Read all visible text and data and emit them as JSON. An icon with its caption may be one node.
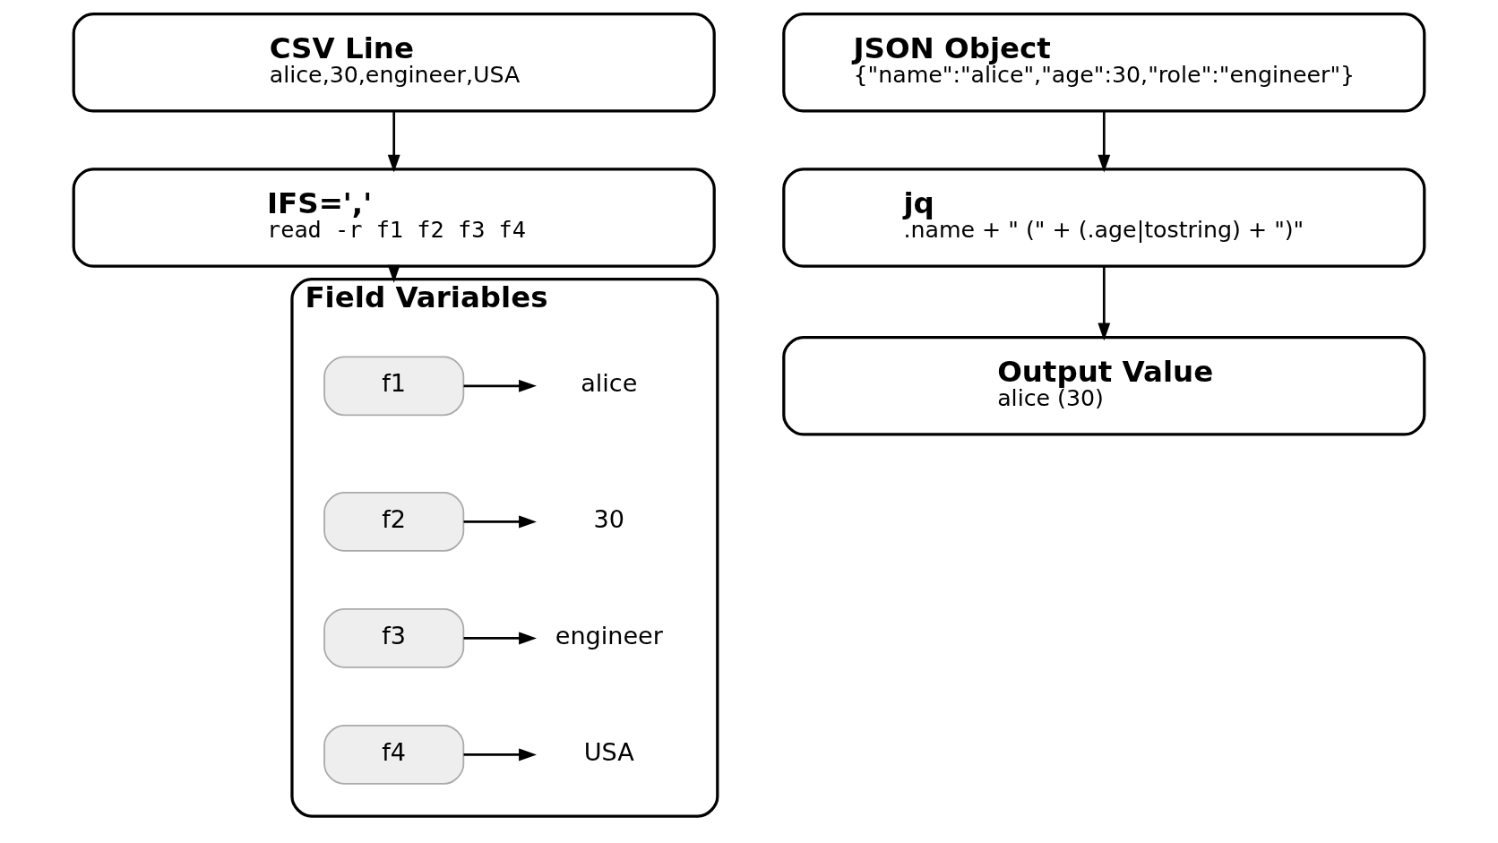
{
  "diagram": {
    "nodes": [
      {
        "text": [
          "CSV Line",
          "alice,30,engineer,USA"
        ]
      },
      {
        "text": [
          "IFS=','",
          "read -r f1 f2 f3 f4"
        ]
      },
      {
        "text": [
          "Field Variables"
        ]
      },
      {
        "text": [
          "f1"
        ],
        "in": 2
      },
      {
        "text": [
          "alice"
        ],
        "in": 2
      },
      {
        "text": [
          "f2"
        ],
        "in": 2
      },
      {
        "text": [
          "30"
        ],
        "in": 2
      },
      {
        "text": [
          "f3"
        ],
        "in": 2
      },
      {
        "text": [
          "engineer"
        ],
        "in": 2
      },
      {
        "text": [
          "f4"
        ],
        "in": 2
      },
      {
        "text": [
          "USA"
        ],
        "in": 2
      },
      {
        "text": [
          "JSON Object",
          "{\"name\":\"alice\",\"age\":30,\"role\":\"engineer\"}"
        ]
      },
      {
        "text": [
          "jq",
          ".name + \" (\" + (.age|tostring) + \")\""
        ]
      },
      {
        "text": [
          "Output Value",
          "alice (30)"
        ]
      }
    ],
    "edges": [
      {
        "from": 0,
        "to": 1,
        "arrow": "to"
      },
      {
        "from": 1,
        "to": 2,
        "arrow": "to"
      },
      {
        "from": 3,
        "to": 4,
        "arrow": "to"
      },
      {
        "from": 5,
        "to": 6,
        "arrow": "to"
      },
      {
        "from": 7,
        "to": 8,
        "arrow": "to"
      },
      {
        "from": 9,
        "to": 10,
        "arrow": "to"
      },
      {
        "from": 11,
        "to": 12,
        "arrow": "to"
      },
      {
        "from": 12,
        "to": 13,
        "arrow": "to"
      }
    ]
  }
}
